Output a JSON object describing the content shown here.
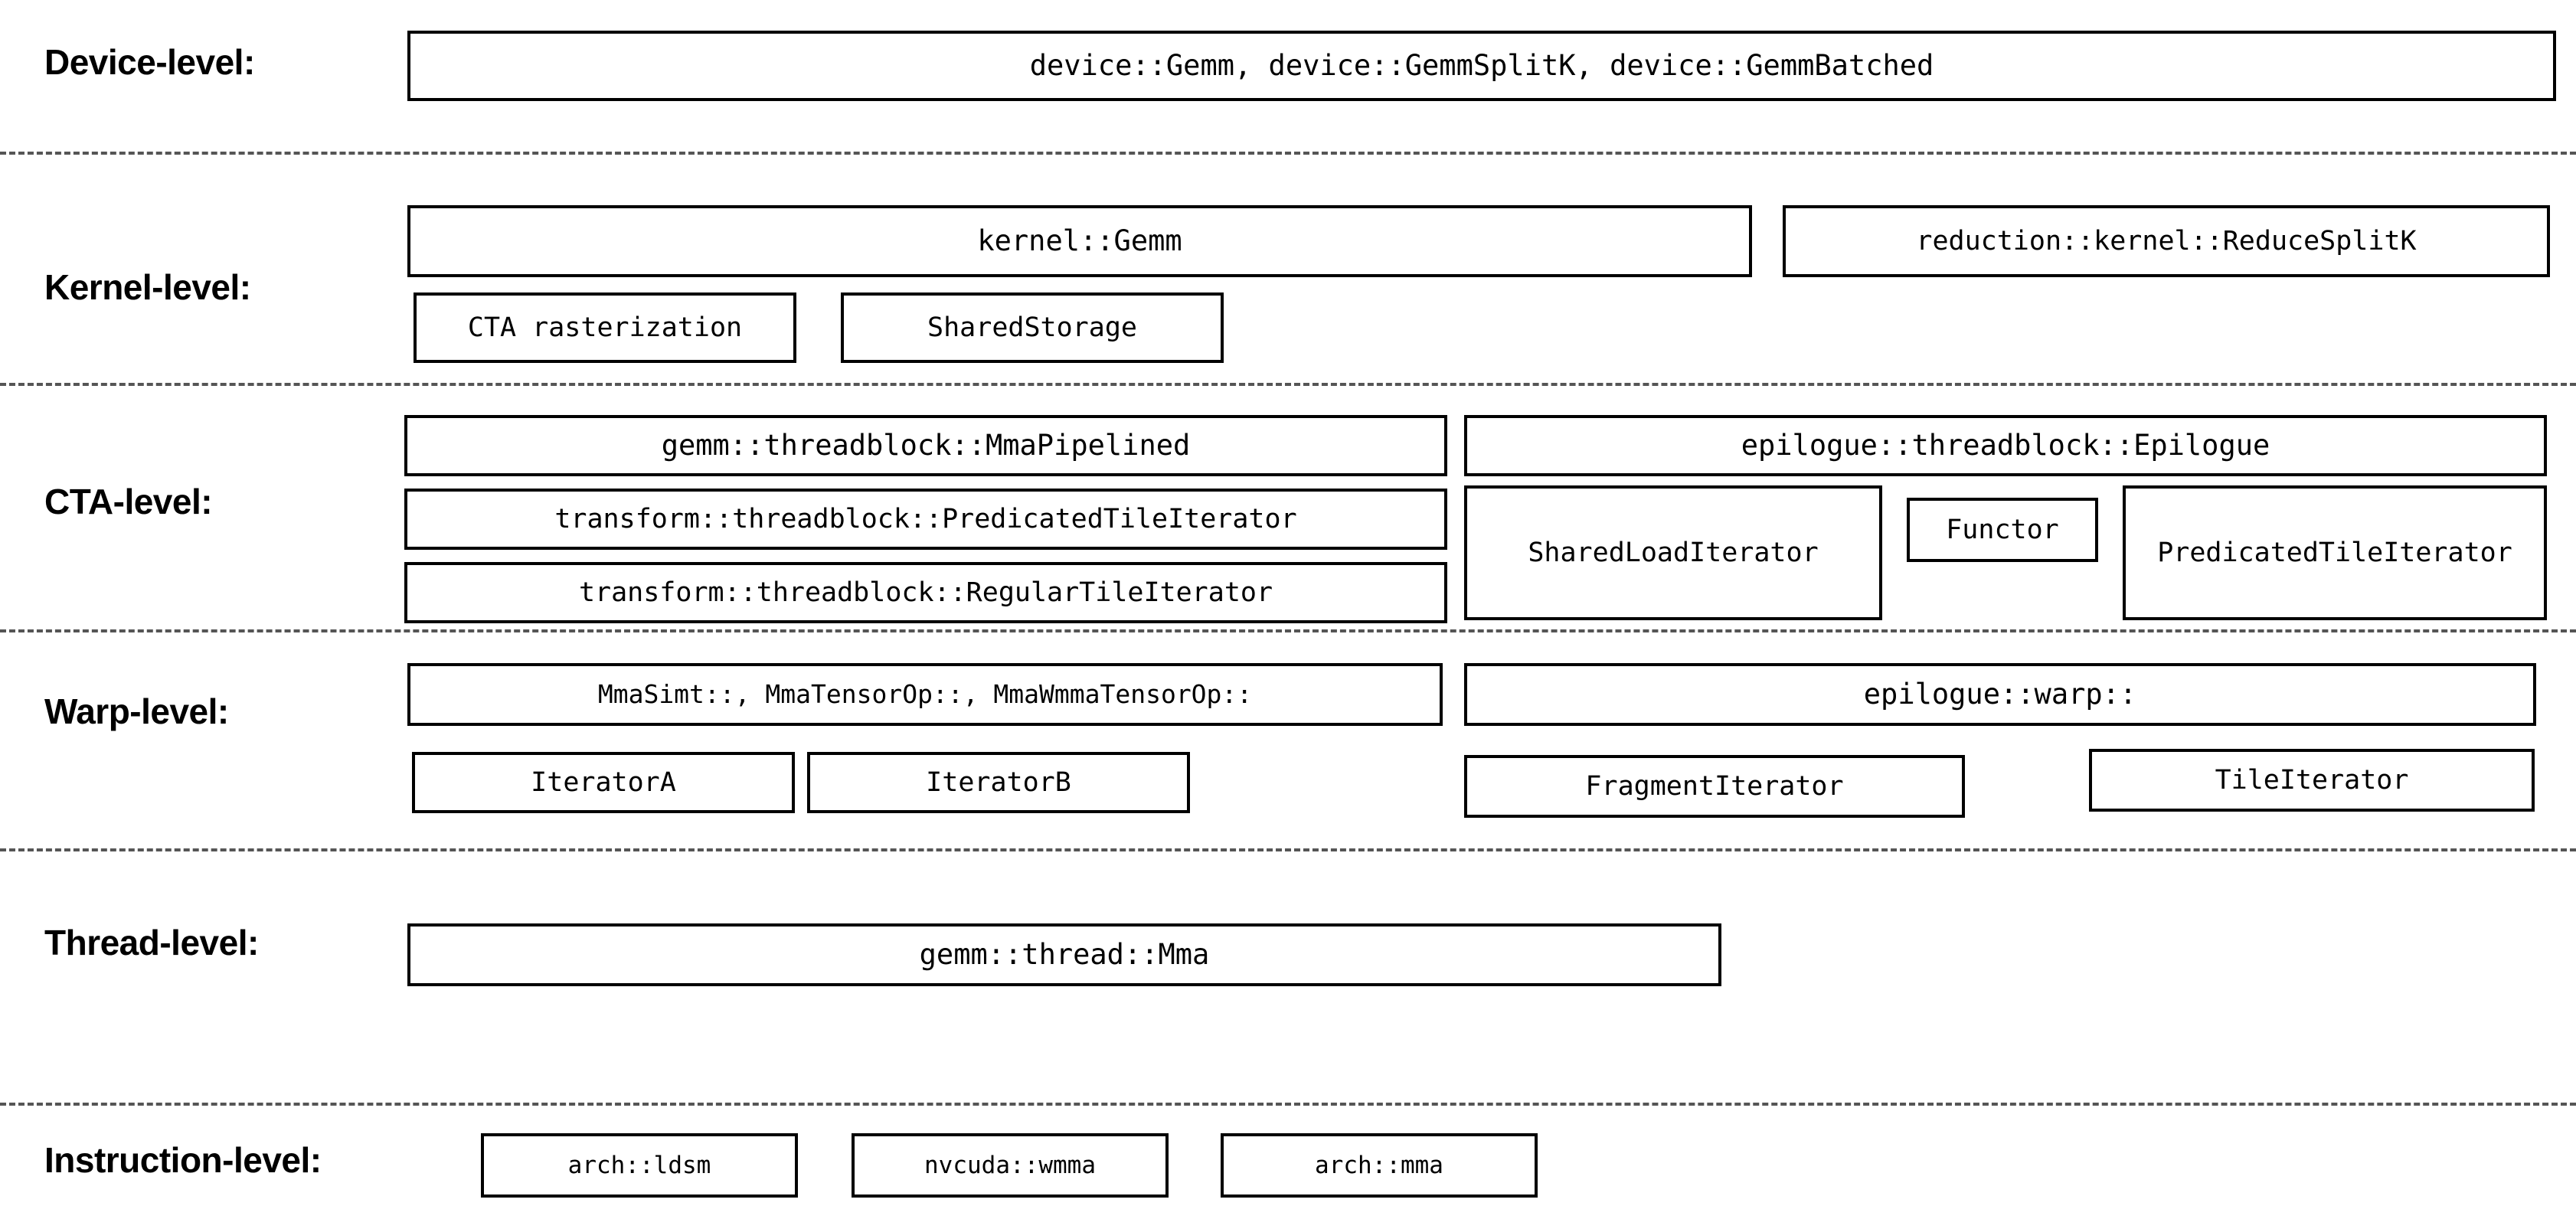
{
  "diagram": {
    "title": "CUTLASS GEMM hierarchy",
    "border_color": "#000000",
    "separator_color": "#555555",
    "background": "#ffffff"
  },
  "levels": [
    {
      "id": "device",
      "label": "Device-level:"
    },
    {
      "id": "kernel",
      "label": "Kernel-level:"
    },
    {
      "id": "cta",
      "label": "CTA-level:"
    },
    {
      "id": "warp",
      "label": "Warp-level:"
    },
    {
      "id": "thread",
      "label": "Thread-level:"
    },
    {
      "id": "instruction",
      "label": "Instruction-level:"
    }
  ],
  "boxes": {
    "device_gemm": "device::Gemm, device::GemmSplitK, device::GemmBatched",
    "kernel_gemm": "kernel::Gemm",
    "kernel_reduce_split_k": "reduction::kernel::ReduceSplitK",
    "cta_rasterization": "CTA rasterization",
    "shared_storage": "SharedStorage",
    "mma_pipelined": "gemm::threadblock::MmaPipelined",
    "predicated_tile_iterator_tb": "transform::threadblock::PredicatedTileIterator",
    "regular_tile_iterator_tb": "transform::threadblock::RegularTileIterator",
    "epilogue_threadblock": "epilogue::threadblock::Epilogue",
    "shared_load_iterator": "SharedLoadIterator",
    "functor": "Functor",
    "predicated_tile_iterator_ep": "PredicatedTileIterator",
    "warp_mma_ops": "MmaSimt::, MmaTensorOp::, MmaWmmaTensorOp::",
    "iterator_a": "IteratorA",
    "iterator_b": "IteratorB",
    "epilogue_warp": "epilogue::warp::",
    "fragment_iterator": "FragmentIterator",
    "tile_iterator": "TileIterator",
    "thread_mma": "gemm::thread::Mma",
    "arch_ldsm": "arch::ldsm",
    "nvcuda_wmma": "nvcuda::wmma",
    "arch_mma": "arch::mma"
  }
}
